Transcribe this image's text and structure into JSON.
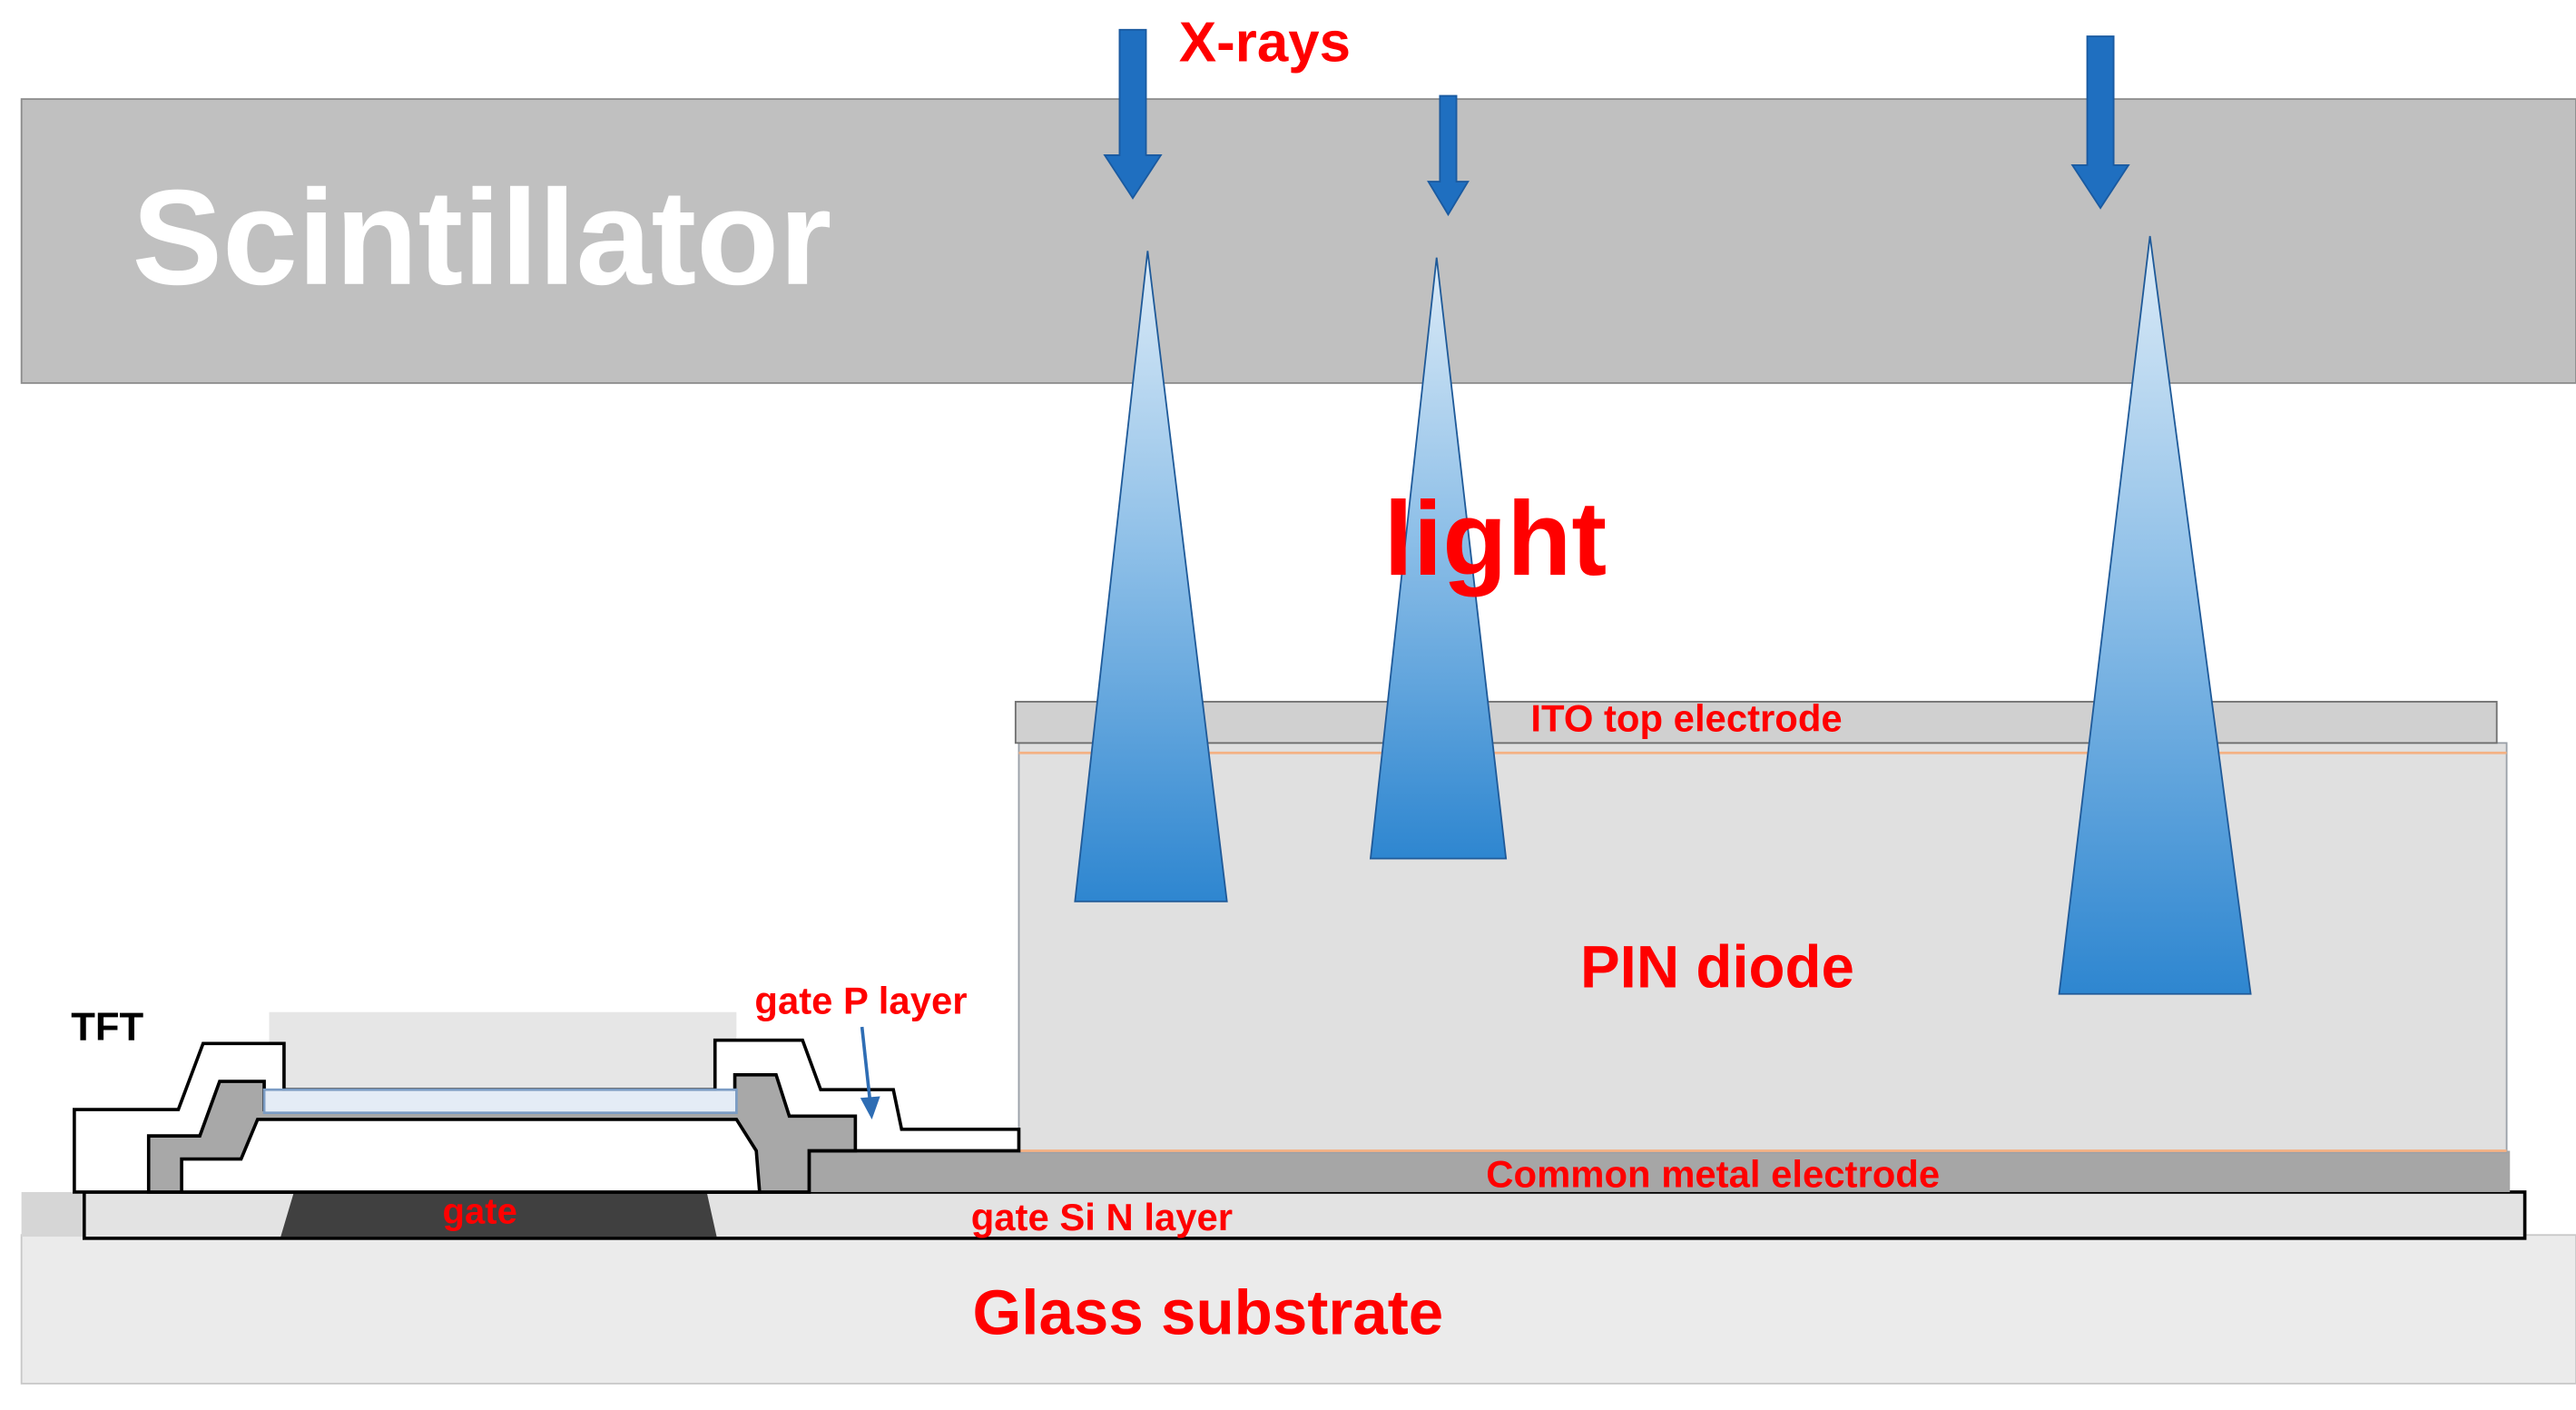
{
  "labels": {
    "scintillator": "Scintillator",
    "xrays": "X-rays",
    "light": "light",
    "ito": "ITO top electrode",
    "pin": "PIN diode",
    "gate_p": "gate P layer",
    "tft": "TFT",
    "common_metal": "Common metal electrode",
    "gate": "gate",
    "gate_sin": "gate Si N layer",
    "glass": "Glass substrate"
  },
  "colors": {
    "scintillator": "#c0c0c0",
    "pin_body": "#e0e0e0",
    "ito": "#d0d0d0",
    "glass": "#ebebeb",
    "common_metal": "#a6a6a6",
    "gate": "#404040",
    "arrow": "#1f6fc0",
    "label_red": "#ff0000",
    "orange_line": "#f4b183"
  }
}
